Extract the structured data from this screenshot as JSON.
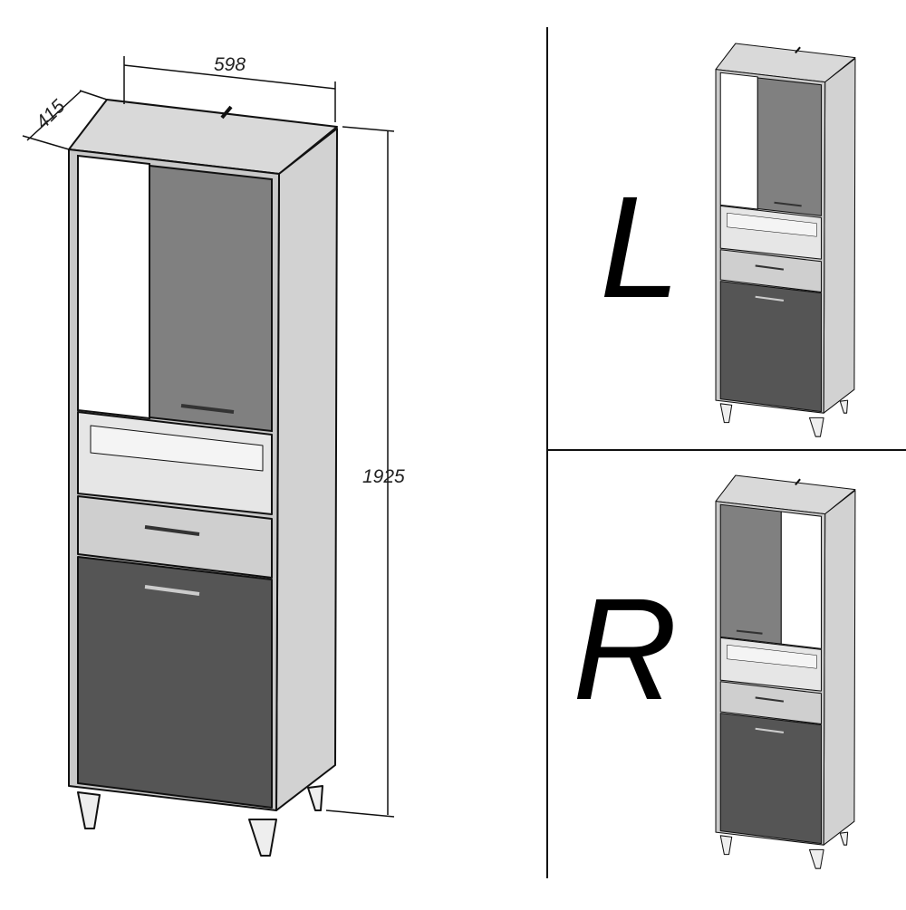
{
  "dimensions": {
    "width": "598",
    "depth": "415",
    "height": "1925"
  },
  "variants": {
    "left": "L",
    "right": "R"
  },
  "colors": {
    "top": "#d9d9d9",
    "side": "#d2d2d2",
    "glass": "#808080",
    "door": "#555555",
    "drawer": "#cfcfcf",
    "line": "#111111"
  }
}
